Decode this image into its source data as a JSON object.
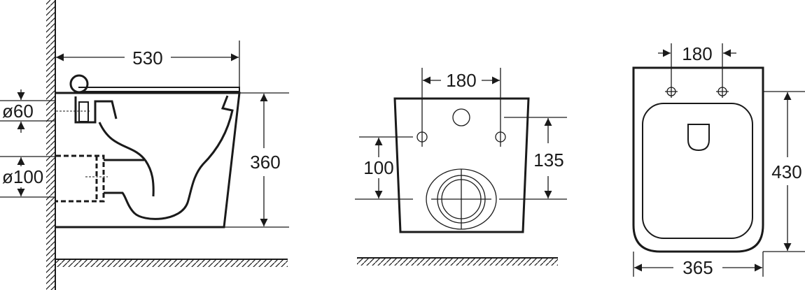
{
  "side_view": {
    "width_label": "530",
    "height_label": "360",
    "inlet_label": "ø60",
    "outlet_label": "ø100"
  },
  "front_view": {
    "bolt_spacing_label": "180",
    "bolt_height_label": "100",
    "inlet_height_label": "135"
  },
  "top_view": {
    "bolt_spacing_label": "180",
    "length_label": "430",
    "width_label": "365"
  },
  "colors": {
    "line": "#1a1a1a",
    "background": "#ffffff"
  }
}
